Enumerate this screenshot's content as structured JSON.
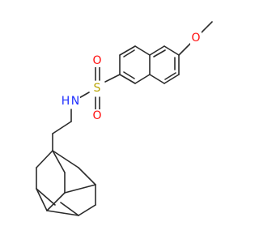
{
  "molecule": {
    "atoms": [
      {
        "id": "methyl_c",
        "label": ""
      },
      {
        "id": "o_ether",
        "label": "O",
        "color": "#ff0d0d"
      },
      {
        "id": "s",
        "label": "S",
        "color": "#b8a400"
      },
      {
        "id": "o_sulfonyl_1",
        "label": "O",
        "color": "#ff0d0d"
      },
      {
        "id": "o_sulfonyl_2",
        "label": "O",
        "color": "#ff0d0d"
      },
      {
        "id": "nh",
        "label": "H",
        "label2": "N",
        "color": "#1f2fff"
      }
    ],
    "bond_color": "#2b2b2b"
  }
}
